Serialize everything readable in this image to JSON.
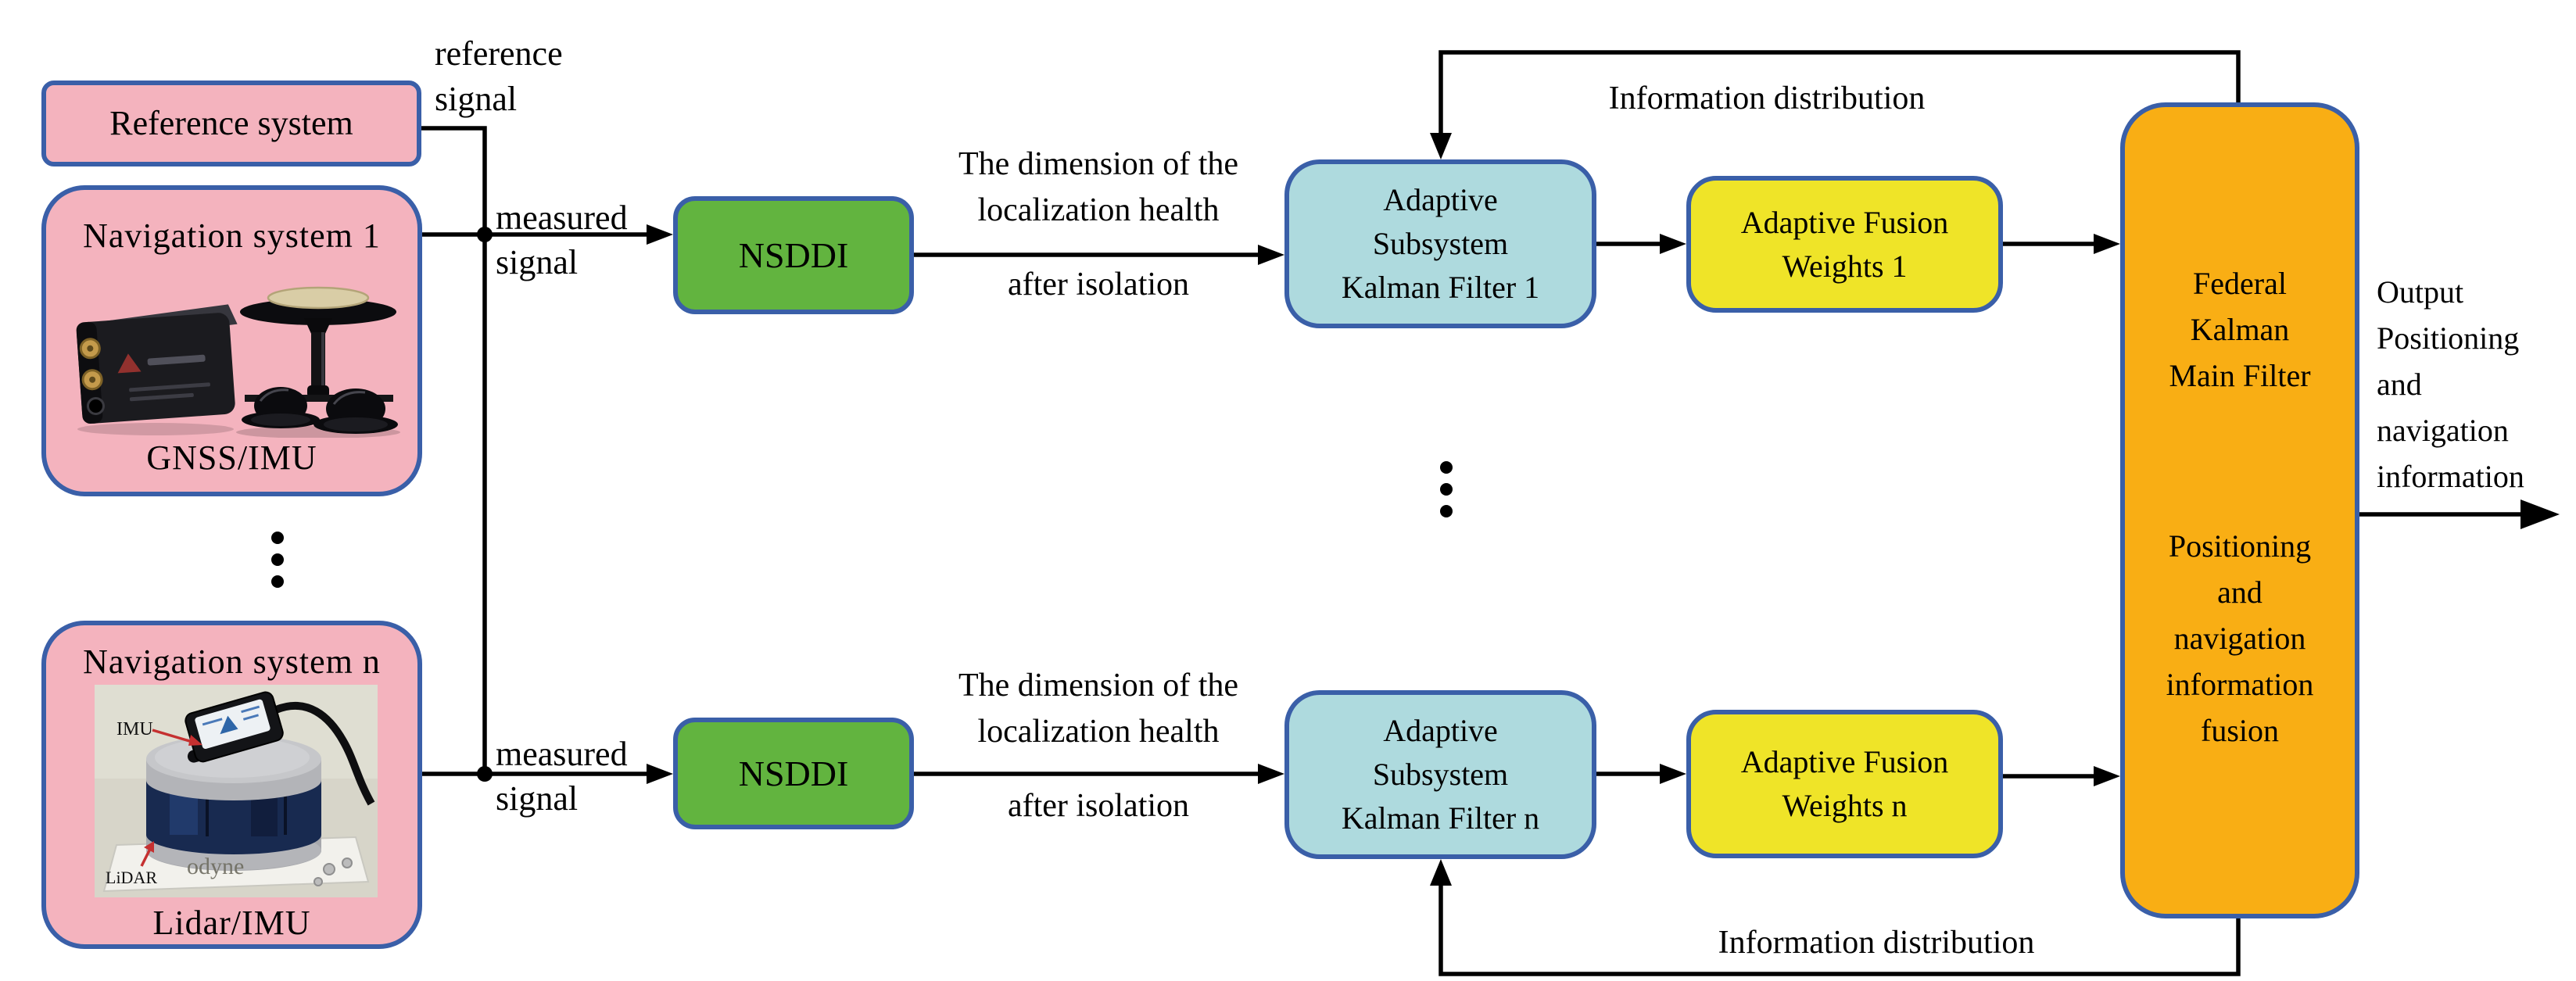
{
  "colors": {
    "box_border": "#3a5fa8",
    "system_pink": "#f4b3be",
    "nsddi_green": "#62b43f",
    "filter_cyan": "#aedade",
    "weights_yellow": "#efe428",
    "main_filter_orange": "#f9ae14",
    "line_black": "#000000",
    "photo_arrow_red": "#c53030"
  },
  "edge_labels": {
    "reference_signal": [
      "reference",
      "signal"
    ],
    "measured_signal": [
      "measured",
      "signal"
    ],
    "isolation_note": [
      "The dimension of the",
      "localization health",
      "after isolation"
    ],
    "information_distribution": "Information distribution",
    "output_note": [
      "Output",
      "Positioning",
      "and",
      "navigation",
      "information"
    ]
  },
  "nodes": {
    "reference_system": {
      "label": "Reference system"
    },
    "navigation_system_1": {
      "title": "Navigation system 1",
      "caption": "GNSS/IMU"
    },
    "navigation_system_n": {
      "title": "Navigation system n",
      "caption": "Lidar/IMU",
      "photo_labels": {
        "imu": "IMU",
        "lidar": "LiDAR",
        "brand": "odyne"
      }
    },
    "nsddi": {
      "label": "NSDDI"
    },
    "adaptive_subsystem_kalman_filter_1": {
      "lines": [
        "Adaptive",
        "Subsystem",
        "Kalman Filter 1"
      ]
    },
    "adaptive_subsystem_kalman_filter_n": {
      "lines": [
        "Adaptive",
        "Subsystem",
        "Kalman Filter n"
      ]
    },
    "adaptive_fusion_weights_1": {
      "lines": [
        "Adaptive Fusion",
        "Weights 1"
      ]
    },
    "adaptive_fusion_weights_n": {
      "lines": [
        "Adaptive Fusion",
        "Weights n"
      ]
    },
    "federal_kalman_main_filter": {
      "name_lines": [
        "Federal",
        "Kalman",
        "Main Filter"
      ],
      "function_lines": [
        "Positioning",
        "and",
        "navigation",
        "information",
        "fusion"
      ]
    }
  }
}
